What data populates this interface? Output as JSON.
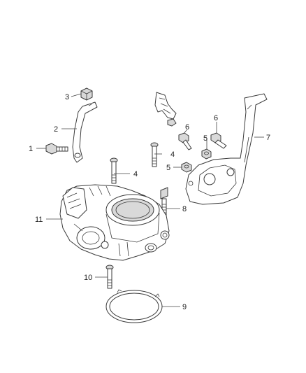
{
  "callouts": [
    {
      "id": "1",
      "text": "1"
    },
    {
      "id": "2",
      "text": "2"
    },
    {
      "id": "3",
      "text": "3"
    },
    {
      "id": "4a",
      "text": "4"
    },
    {
      "id": "4b",
      "text": "4"
    },
    {
      "id": "5a",
      "text": "5"
    },
    {
      "id": "5b",
      "text": "5"
    },
    {
      "id": "6a",
      "text": "6"
    },
    {
      "id": "6b",
      "text": "6"
    },
    {
      "id": "7",
      "text": "7"
    },
    {
      "id": "8",
      "text": "8"
    },
    {
      "id": "9",
      "text": "9"
    },
    {
      "id": "10",
      "text": "10"
    },
    {
      "id": "11",
      "text": "11"
    }
  ]
}
